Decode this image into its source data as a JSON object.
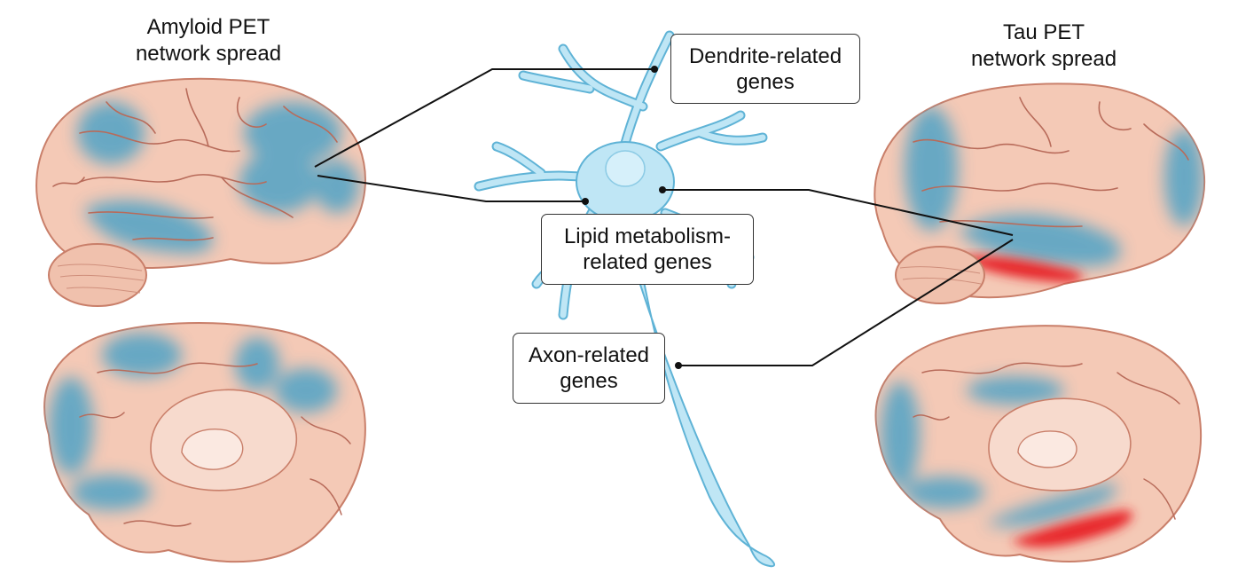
{
  "titles": {
    "amyloid": {
      "line1": "Amyloid PET",
      "line2": "network spread"
    },
    "tau": {
      "line1": "Tau PET",
      "line2": "network spread"
    }
  },
  "gene_labels": {
    "dendrite": {
      "line1": "Dendrite-related",
      "line2": "genes"
    },
    "lipid": {
      "line1": "Lipid metabolism-",
      "line2": "related genes"
    },
    "axon": {
      "line1": "Axon-related",
      "line2": "genes"
    }
  },
  "colors": {
    "brain_fill": "#f4c9b6",
    "brain_outline": "#c97f6a",
    "sulcus": "#b86b5a",
    "network_blue": "#4fa3c6",
    "network_red": "#e8282c",
    "neuron_fill": "#bfe6f5",
    "neuron_outline": "#5fb3d6",
    "connector": "#111111"
  }
}
